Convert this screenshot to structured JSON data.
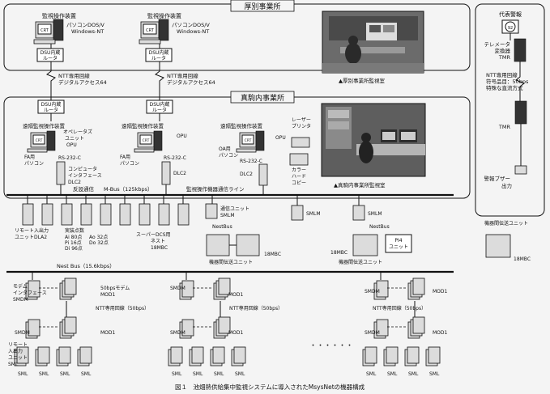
{
  "sections": {
    "top": "厚別事業所",
    "mid": "真駒内事業所"
  },
  "terminals": {
    "monitor": "監視操作装置",
    "pc_os": "パソコンDOS/V",
    "pc_os2": "Windows-NT",
    "crt": "CRT",
    "remote": "遠隔監視操作装置",
    "fa_pc1": "FA用",
    "fa_pc2": "パソコン",
    "oa_pc1": "OA用",
    "oa_pc2": "パソコン",
    "opu": "OPU",
    "operators1": "オペレータズ",
    "operators2": "ユニット",
    "rs232": "RS-232-C",
    "comp1": "コンピュータ",
    "comp2": "インタフェース",
    "dlc2": "DLC2",
    "printer1": "レーザー",
    "printer2": "プリンタ",
    "copy1": "カラー",
    "copy2": "ハード",
    "copy3": "コピー"
  },
  "routers": {
    "dsu1": "DSU内蔵",
    "dsu2": "ルータ",
    "ntt1": "NTT専用回線",
    "ntt2": "デジタルアクセス64"
  },
  "photos": {
    "atsubetsu": "▲厚別事業所監視室",
    "makomanai": "▲真駒内事業所監視室"
  },
  "right": {
    "siren": "代表警報",
    "telemeter1": "テレメータ",
    "telemeter2": "変換器",
    "tmr": "TMR",
    "ntt_line1": "NTT専用回線",
    "ntt_line2": "符号品目：50bps",
    "ntt_line3": "特殊な直流方式",
    "buzzer1": "警報ブザー",
    "buzzer2": "出力"
  },
  "bus": {
    "control": "反設通信",
    "mbus": "M-Bus（125kbps）",
    "monline": "監視操作機器通信ライン"
  },
  "field": {
    "remote_io1": "リモート入出力",
    "remote_io2": "ユニットDLA2",
    "points": "実装点数",
    "ai": "Ai 80点",
    "pi": "Pi 16点",
    "di": "Di 96点",
    "ao": "Ao 32点",
    "do": "Do 32点",
    "super_dcs1": "スーパーDCS用",
    "super_dcs2": "ネスト",
    "super_dcs3": "18MBC",
    "smlm_comm1": "通信ユニット",
    "smlm_comm2": "SMLM",
    "smlm": "SMLM",
    "nestbus": "NestBus",
    "inter_unit": "機器間伝送ユニット",
    "mbc": "18MBC",
    "pi4_1": "PI4",
    "pi4_2": "ユニット",
    "inter_unit_r": "機器間伝送ユニット"
  },
  "lower": {
    "nestbus_speed": "Nest Bus（15.6kbps）",
    "modem1": "モデム",
    "modem2": "インタフェース",
    "smdm": "SMDM",
    "bps50_1": "50bpsモデム",
    "mod1": "MOD1",
    "ntt_50": "NTT専用回線（50bps）",
    "ntt_50b": "NTT専用回線（50bps）",
    "ntt_50r": "NTT専用回線（50bps）",
    "rio1": "リモート",
    "rio2": "入出力",
    "rio3": "ユニット",
    "sml": "SML",
    "dots": "・・・・・・"
  },
  "caption": "図１　池畑熱供給集中監視システムに導入されたMsysNetの機器構成"
}
